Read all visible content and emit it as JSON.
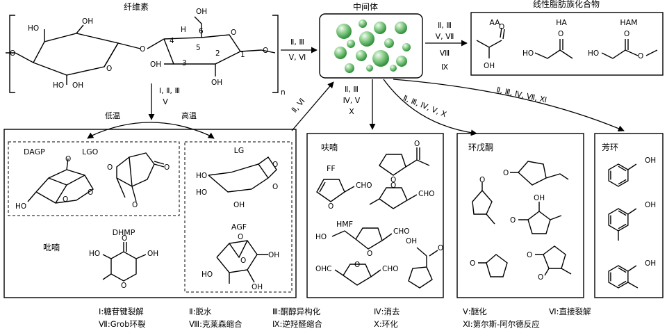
{
  "cellulose": {
    "title": "纤维素",
    "atoms": {
      "ho_a": "HO",
      "oh_a": "OH",
      "o_ring_a": "O",
      "oh_b": "OH",
      "ho_b": "HO",
      "oh_c": "OH",
      "o_link": "O",
      "o_end": "O",
      "o_ring_b": "O",
      "h2c": "H",
      "c6": "6",
      "c4": "4",
      "c5": "5",
      "c3": "3",
      "c2": "2",
      "c1": "1",
      "oh_top": "OH"
    },
    "subscript_n": "n"
  },
  "intermediate": {
    "title": "中间体"
  },
  "linear": {
    "title": "线性脂肪族化合物",
    "labels": [
      "AA",
      "HA",
      "HAM"
    ],
    "atoms": {
      "aa_o": "O",
      "aa_oh": "OH",
      "ha_ho": "HO",
      "ha_o": "O",
      "ham_ho": "HO",
      "ham_o": "O",
      "ham_o2": "O"
    }
  },
  "arrows": {
    "to_intermediate": [
      "Ⅱ, Ⅲ",
      "Ⅴ, Ⅵ"
    ],
    "to_linear": [
      "Ⅱ, Ⅲ",
      "Ⅴ, Ⅶ",
      "Ⅷ",
      "Ⅸ"
    ],
    "down_from_cellulose": [
      "Ⅰ, Ⅱ, Ⅲ",
      "Ⅴ"
    ],
    "low_temp": "低温",
    "high_temp": "高温",
    "pyran_to_intermediate": "Ⅱ, Ⅵ",
    "to_furan": [
      "Ⅱ, Ⅲ",
      "Ⅳ, Ⅴ",
      "Ⅹ"
    ],
    "to_cyclopentanone": "Ⅱ, Ⅲ, Ⅳ, Ⅴ, Ⅹ",
    "to_aromatic": "Ⅱ, Ⅲ, Ⅳ, Ⅶ, Ⅺ"
  },
  "pyran_group": {
    "title": "吡喃",
    "labels": {
      "dagp": "DAGP",
      "lgo": "LGO",
      "lg": "LG",
      "dhmp": "DHMP",
      "agf": "AGF"
    },
    "atoms": {
      "o": "O",
      "ho": "HO",
      "oh": "OH"
    }
  },
  "furan_group": {
    "title": "呋喃",
    "labels": {
      "ff": "FF",
      "hmf": "HMF"
    },
    "atoms": {
      "cho": "CHO",
      "o": "O",
      "ho": "HO",
      "ohc": "OHC",
      "oh": "OH"
    }
  },
  "cyclopentanone_group": {
    "title": "环戊酮",
    "atoms": {
      "o": "O",
      "oh": "OH"
    }
  },
  "aromatic_group": {
    "title": "芳环",
    "atoms": {
      "oh": "OH"
    }
  },
  "legend": {
    "row1": [
      "Ⅰ:糖苷键裂解",
      "Ⅱ:脱水",
      "Ⅲ:酮醇异构化",
      "Ⅳ:消去",
      "Ⅴ:醚化",
      "Ⅵ:直接裂解"
    ],
    "row2": [
      "Ⅶ:Grob环裂",
      "Ⅷ:克莱森缩合",
      "Ⅸ:逆羟醛缩合",
      "Ⅹ:环化",
      "Ⅺ:第尔斯-阿尔德反应"
    ]
  },
  "colors": {
    "sphere_light": "#e8f7e8",
    "sphere_mid": "#8fd08f",
    "sphere_dark": "#2f8f3a",
    "line": "#000000"
  }
}
